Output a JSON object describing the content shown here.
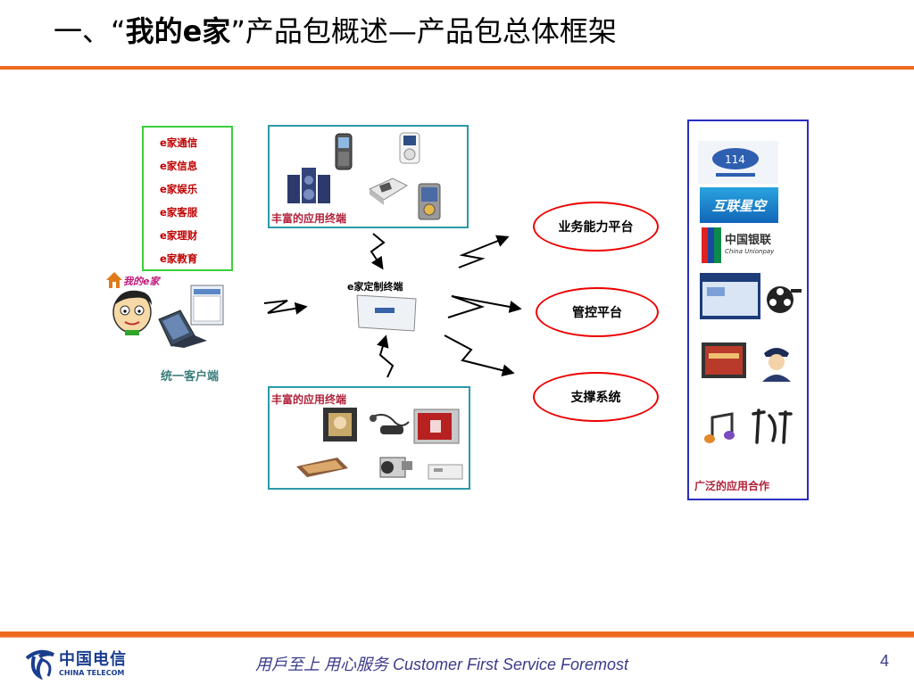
{
  "title": {
    "prefix": "一、“",
    "bold": "我的e家",
    "suffix": "”产品包概述—产品包总体框架"
  },
  "services": [
    "e家通信",
    "e家信息",
    "e家娱乐",
    "e家客服",
    "e家理财",
    "e家教育"
  ],
  "logo_text": "我的e家",
  "client_label": "统一客户端",
  "terminal_top_label": "丰富的应用终端",
  "terminal_bottom_label": "丰富的应用终端",
  "custom_terminal_label": "e家定制终端",
  "platforms": [
    "业务能力平台",
    "管控平台",
    "支撑系统"
  ],
  "partners_label": "广泛的应用合作",
  "partner_logos": [
    "互联星空",
    "中国银联",
    "China Unionpay"
  ],
  "footer": {
    "slogan": "用戶至上  用心服务 Customer First Service Foremost",
    "page": "4",
    "logo_cn": "中国电信",
    "logo_en": "CHINA TELECOM"
  },
  "colors": {
    "accent": "#ee6a1f",
    "green_border": "#39d03c",
    "teal_border": "#2b9aa8",
    "blue_border": "#2a2ec0",
    "ellipse_border": "#ee0000",
    "service_text": "#c00000"
  }
}
